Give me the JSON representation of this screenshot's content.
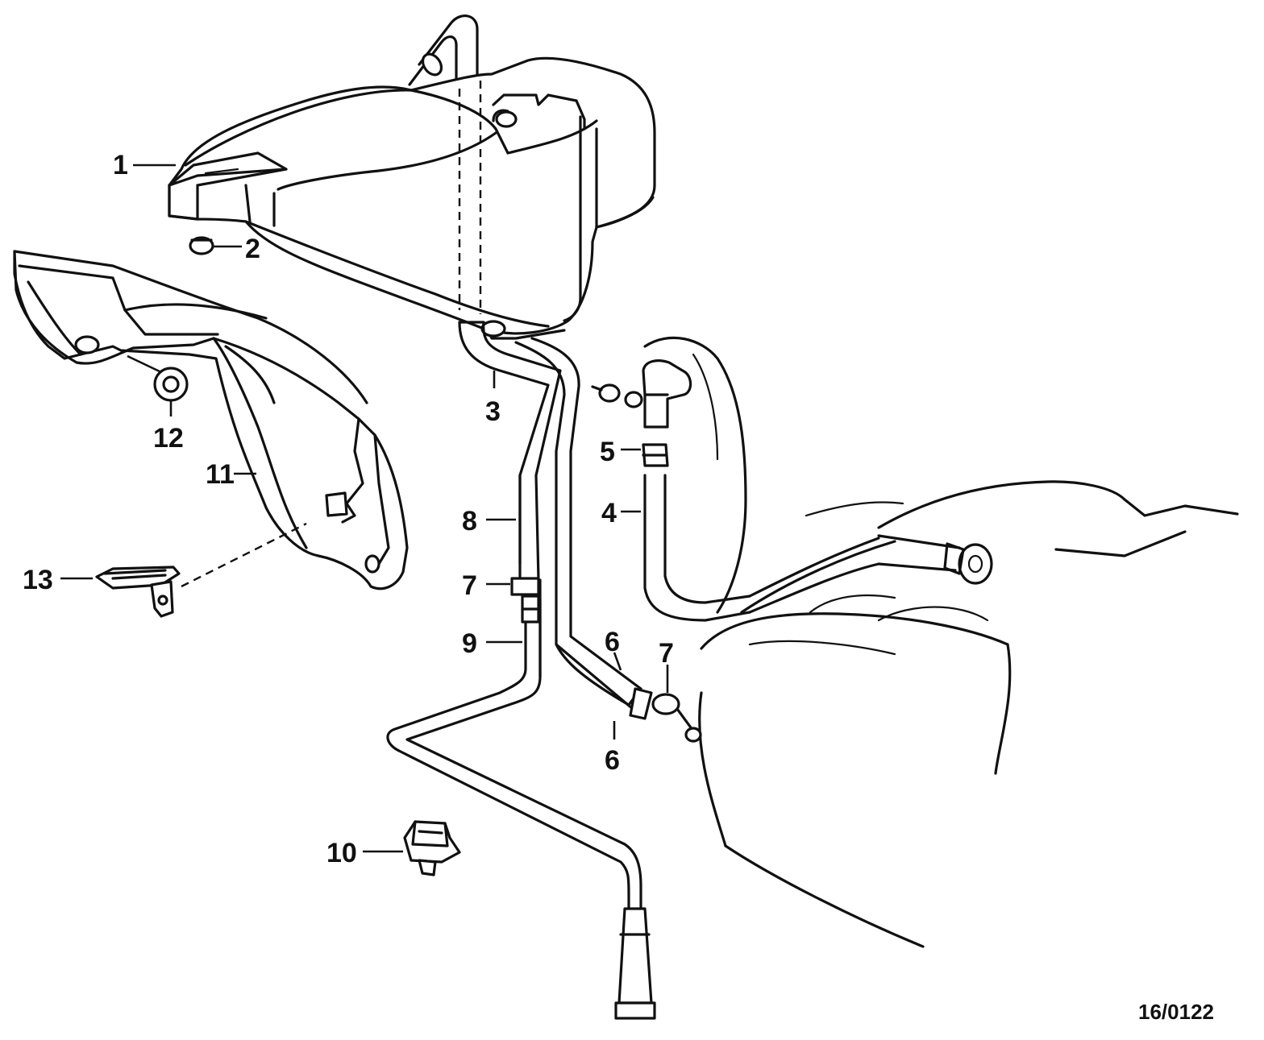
{
  "drawing_number": "16/0122",
  "callouts": [
    {
      "id": "callout-1",
      "text": "1"
    },
    {
      "id": "callout-2",
      "text": "2"
    },
    {
      "id": "callout-3",
      "text": "3"
    },
    {
      "id": "callout-4",
      "text": "4"
    },
    {
      "id": "callout-5",
      "text": "5"
    },
    {
      "id": "callout-6a",
      "text": "6"
    },
    {
      "id": "callout-6b",
      "text": "6"
    },
    {
      "id": "callout-7a",
      "text": "7"
    },
    {
      "id": "callout-7b",
      "text": "7"
    },
    {
      "id": "callout-8",
      "text": "8"
    },
    {
      "id": "callout-9",
      "text": "9"
    },
    {
      "id": "callout-10",
      "text": "10"
    },
    {
      "id": "callout-11",
      "text": "11"
    },
    {
      "id": "callout-12",
      "text": "12"
    },
    {
      "id": "callout-13",
      "text": "13"
    }
  ]
}
